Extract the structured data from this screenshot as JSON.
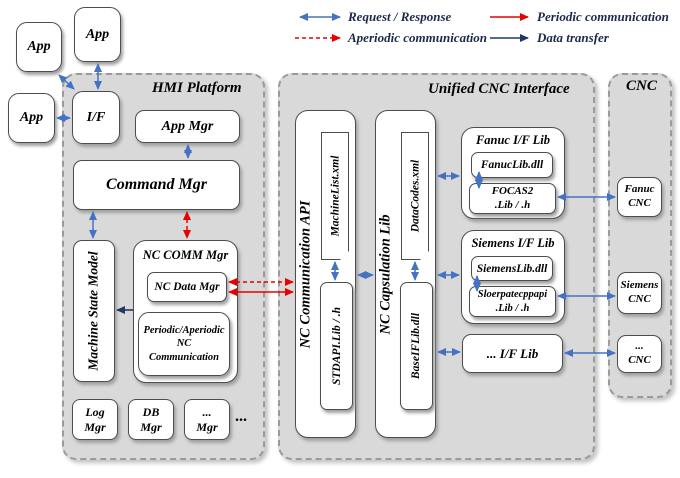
{
  "colors": {
    "request_response_blue": "#4472c4",
    "periodic_red": "#e80000",
    "aperiodic_red": "#e80000",
    "data_transfer_navy": "#1f3864",
    "region_fill": "#d9d9d9"
  },
  "legend": {
    "request_response": "Request / Response",
    "aperiodic": "Aperiodic communication",
    "periodic": "Periodic communication",
    "data_transfer": "Data transfer"
  },
  "apps": {
    "a": "App",
    "b": "App",
    "c": "App"
  },
  "hmi": {
    "title": "HMI Platform",
    "if": "I/F",
    "app_mgr": "App Mgr",
    "command_mgr": "Command Mgr",
    "machine_state_model": "Machine State Model",
    "nc_comm_mgr": {
      "title": "NC COMM Mgr",
      "nc_data_mgr": "NC Data Mgr",
      "periodic_aperiodic": "Periodic/Aperiodic\nNC\nCommunication"
    },
    "log_mgr": "Log\nMgr",
    "db_mgr": "DB\nMgr",
    "etc_mgr": "...\nMgr",
    "ellipsis": "..."
  },
  "unified": {
    "title": "Unified CNC Interface",
    "nc_comm_api": {
      "title": "NC Communication API",
      "file": "MachineList.xml",
      "lib": "STDAPI.Lib / .h"
    },
    "nc_capsulation": {
      "title": "NC Capsulation Lib",
      "file": "DataCodes.xml",
      "lib": "BaseIFLib.dll"
    },
    "fanuc_lib": {
      "title": "Fanuc I/F Lib",
      "dll": "FanucLib.dll",
      "lib": "FOCAS2\n.Lib / .h"
    },
    "siemens_lib": {
      "title": "Siemens I/F Lib",
      "dll": "SiemensLib.dll",
      "lib": "Sloerpatecppapi\n.Lib  / .h"
    },
    "etc_lib": "... I/F Lib"
  },
  "cnc": {
    "title": "CNC",
    "fanuc": "Fanuc\nCNC",
    "siemens": "Siemens\nCNC",
    "etc": "...\nCNC"
  }
}
